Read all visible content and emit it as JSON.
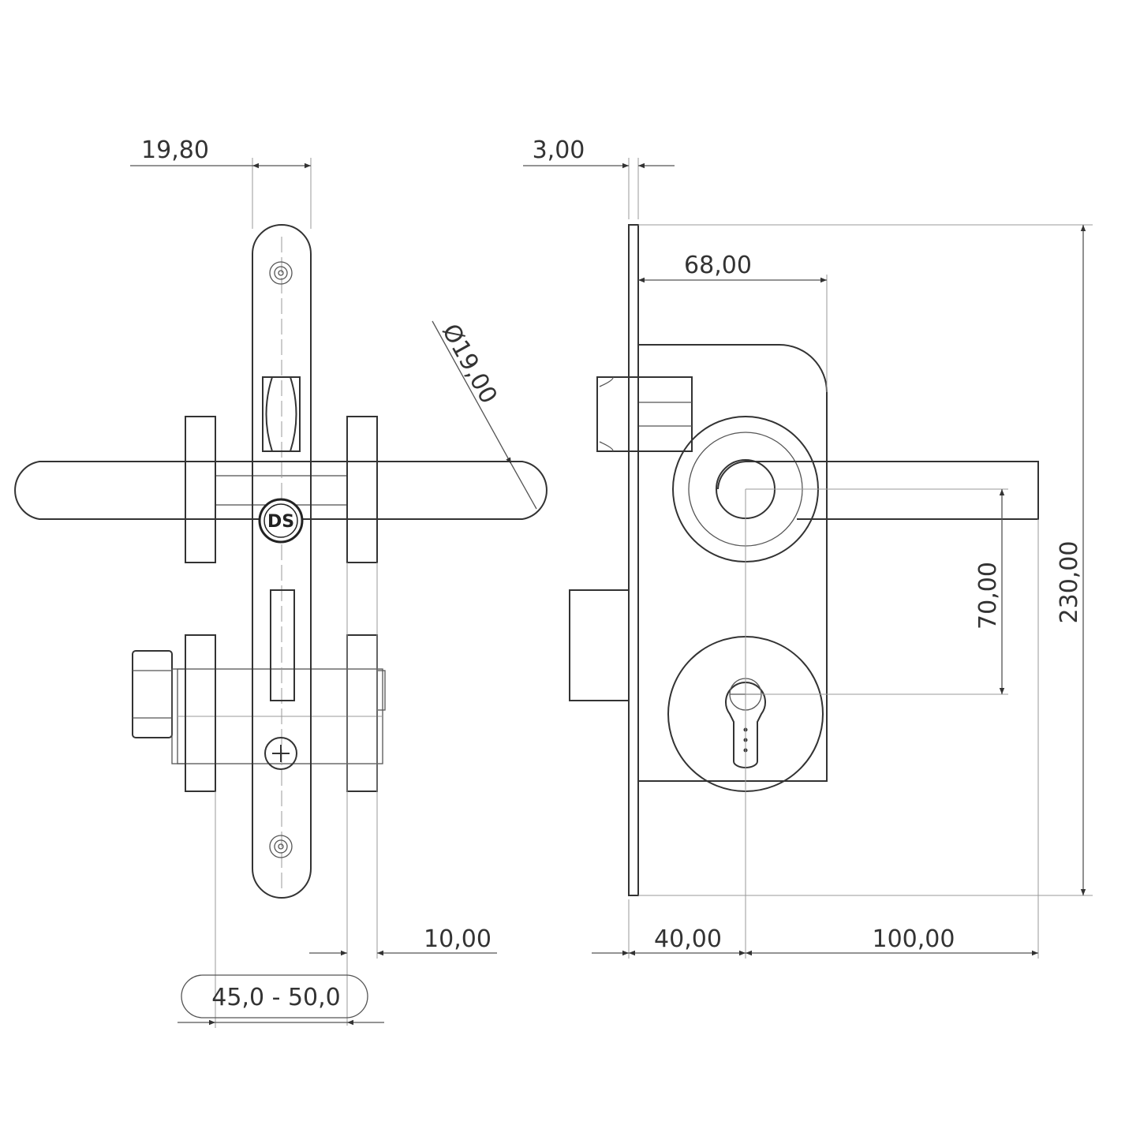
{
  "drawing": {
    "left_view": {
      "dim_faceplate_width": "19,80",
      "dim_handle_diameter": "Ø19,00",
      "dim_rose_thickness": "10,00",
      "dim_door_thickness": "45,0 - 50,0",
      "logo_text": "DS"
    },
    "right_view": {
      "dim_faceplate_thickness": "3,00",
      "dim_backset_body": "68,00",
      "dim_faceplate_height": "230,00",
      "dim_center_distance": "70,00",
      "dim_backset": "40,00",
      "dim_handle_length": "100,00"
    }
  }
}
